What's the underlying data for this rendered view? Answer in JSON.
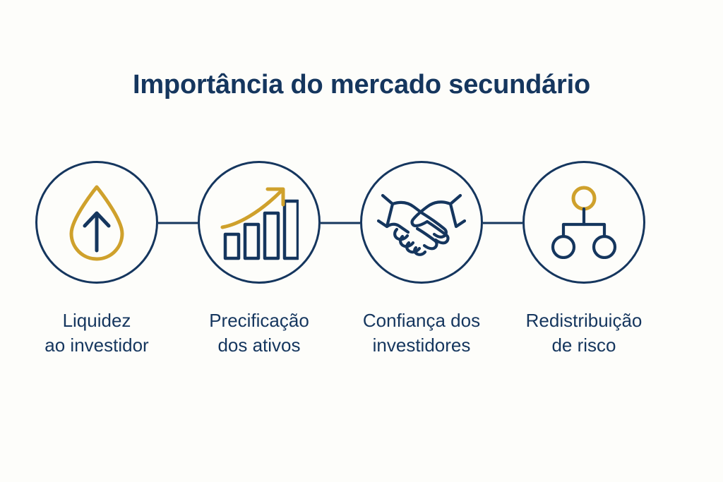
{
  "page": {
    "title": "Importância do mercado secundário",
    "background_color": "#fdfdfa",
    "navy": "#15365e",
    "gold": "#cfa12c"
  },
  "flow": {
    "steps": [
      {
        "id": "liquidez",
        "icon": "water-drop-up-arrow-icon",
        "icon_colors": {
          "drop": "#cfa12c",
          "arrow": "#15365e"
        },
        "label_line1": "Liquidez",
        "label_line2": "ao investidor"
      },
      {
        "id": "precificacao",
        "icon": "bar-chart-growth-arrow-icon",
        "icon_colors": {
          "bars": "#15365e",
          "arrow": "#cfa12c"
        },
        "label_line1": "Precificação",
        "label_line2": "dos ativos"
      },
      {
        "id": "confianca",
        "icon": "handshake-icon",
        "icon_colors": {
          "hands": "#15365e"
        },
        "label_line1": "Confiança dos",
        "label_line2": "investidores"
      },
      {
        "id": "redistribuicao",
        "icon": "hierarchy-distribution-icon",
        "icon_colors": {
          "top_node": "#cfa12c",
          "branches": "#15365e"
        },
        "label_line1": "Redistribuição",
        "label_line2": "de risco"
      }
    ]
  }
}
